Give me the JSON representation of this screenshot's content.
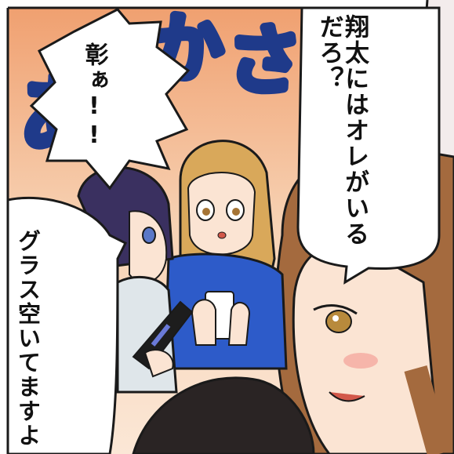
{
  "panel": {
    "bubble_right": "翔太にはオレがいるだろ？",
    "bubble_top": "彰ぁ!!",
    "bubble_left": "グラス空いてますよ"
  },
  "background_sfx": "あやかさ",
  "colors": {
    "sky_top": "#f0a070",
    "sky_mid": "#f7d3b5",
    "outline": "#1a1a1a",
    "blonde_hair": "#d9a85a",
    "dark_hair": "#3a3060",
    "brown_hair": "#a46a3e",
    "blue_shirt": "#2d5bc9",
    "skin": "#fbe4d3"
  }
}
